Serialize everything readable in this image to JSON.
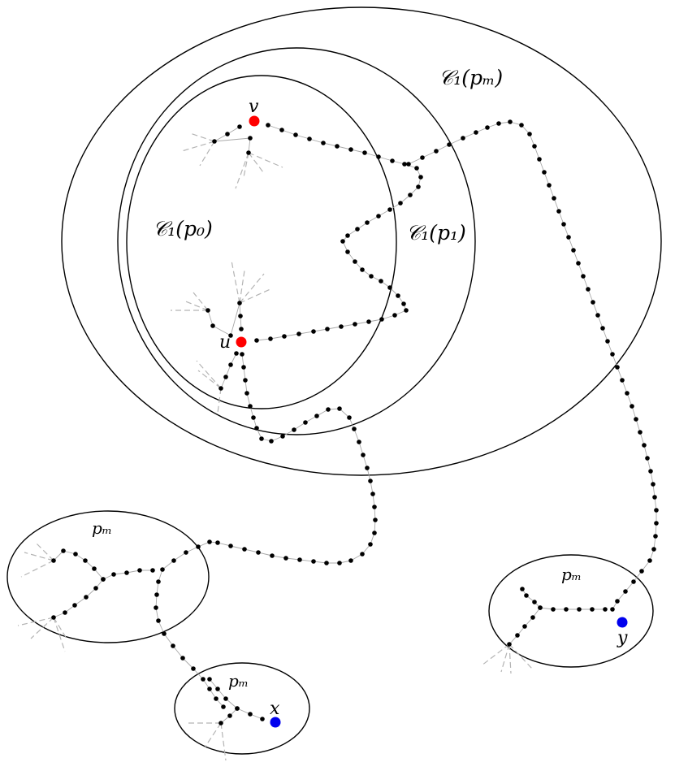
{
  "labels": {
    "outer": "𝒞₁(pₘ)",
    "middle": "𝒞₁(p₁)",
    "inner": "𝒞₁(p₀)",
    "v": "v",
    "u": "u",
    "x": "x",
    "y": "y",
    "pm_left": "pₘ",
    "pm_small": "pₘ",
    "pm_right": "pₘ"
  },
  "colors": {
    "special_red": "#ff0000",
    "special_blue": "#0000ee",
    "dot": "#000000"
  }
}
